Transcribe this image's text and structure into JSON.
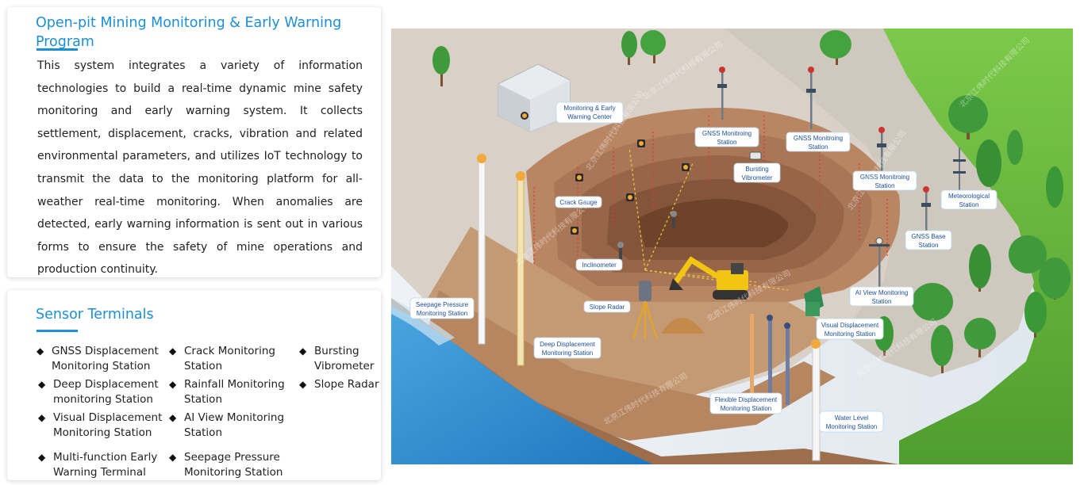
{
  "intro": {
    "title": "Open-pit Mining Monitoring & Early Warning Program",
    "body": "This system integrates a variety of information technologies to build a real-time dynamic mine safety monitoring and early warning system. It collects settlement, displacement, cracks, vibration and related environmental parameters, and utilizes IoT technology to transmit the data to the monitoring platform for all-weather real-time monitoring. When anomalies are detected, early warning information is sent out in various forms to ensure the safety of mine operations and production continuity."
  },
  "sensors": {
    "title": "Sensor Terminals",
    "bullet": "◆",
    "items": [
      "GNSS Displacement Monitoring Station",
      "Crack Monitoring Station",
      "Bursting Vibrometer",
      "Deep Displacement monitoring Station",
      "Rainfall Monitoring Station",
      "Slope Radar",
      "Visual Displacement Monitoring Station",
      "AI View Monitoring Station",
      "Multi-function Early Warning Terminal",
      "Seepage Pressure Monitoring Station"
    ]
  },
  "diagram": {
    "watermark": "北京江伟时代科技有限公司",
    "labels": {
      "warning_center": [
        "Monitoring  & Early",
        "Warning Center"
      ],
      "gnss_1": [
        "GNSS Monitroing",
        "Station"
      ],
      "gnss_2": [
        "GNSS Monitroing",
        "Station"
      ],
      "gnss_3": [
        "GNSS Monitroing",
        "Station"
      ],
      "bursting": [
        "Bursting",
        "Vibrometer"
      ],
      "meteorological": [
        "Meteorological",
        "Station"
      ],
      "crack_gauge": [
        "Crack Gauge"
      ],
      "gnss_base": [
        "GNSS Base",
        "Station"
      ],
      "inclinometer": [
        "Inclinometer"
      ],
      "ai_view": [
        "AI View Monitoring",
        "Station"
      ],
      "slope_radar": [
        "Slope Radar"
      ],
      "seepage": [
        "Seepage Pressure",
        "Monitoring Station"
      ],
      "visual_disp": [
        "Visual Displacement",
        "Monitoring Station"
      ],
      "deep_disp": [
        "Deep Displacement",
        "Monitoring Station"
      ],
      "flexible_disp": [
        "Flexible Displacement",
        "Monitoring Station"
      ],
      "water_level": [
        "Water Level",
        "Monitoring Station"
      ]
    },
    "colors": {
      "accent": "#1c8fd6",
      "label_text": "#1a4f9c",
      "river": "#2e8fd0",
      "grass": "#6cbf3c",
      "pit": "#8a5a3c",
      "ground": "#d9d1c7"
    }
  }
}
